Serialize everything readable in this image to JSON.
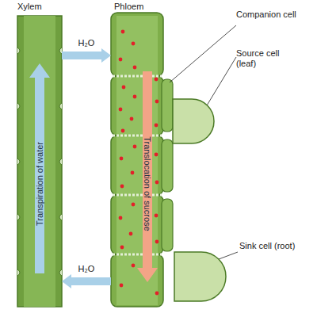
{
  "diagram": {
    "nodes": [
      {
        "text": [
          "Xylem",
          "Transpiration of water"
        ]
      },
      {
        "text": [
          "Phloem",
          "Translocation of sucrose"
        ]
      },
      {
        "text": [
          "Source cell (leaf)"
        ]
      },
      {
        "text": [
          "Sink cell (root)"
        ]
      }
    ],
    "edges": [
      {
        "from": 0,
        "to": 1,
        "label": "H₂O",
        "arrow": "to"
      },
      {
        "from": 1,
        "to": 0,
        "label": "H₂O",
        "arrow": "to"
      }
    ],
    "labels": [
      "Companion cell"
    ]
  }
}
